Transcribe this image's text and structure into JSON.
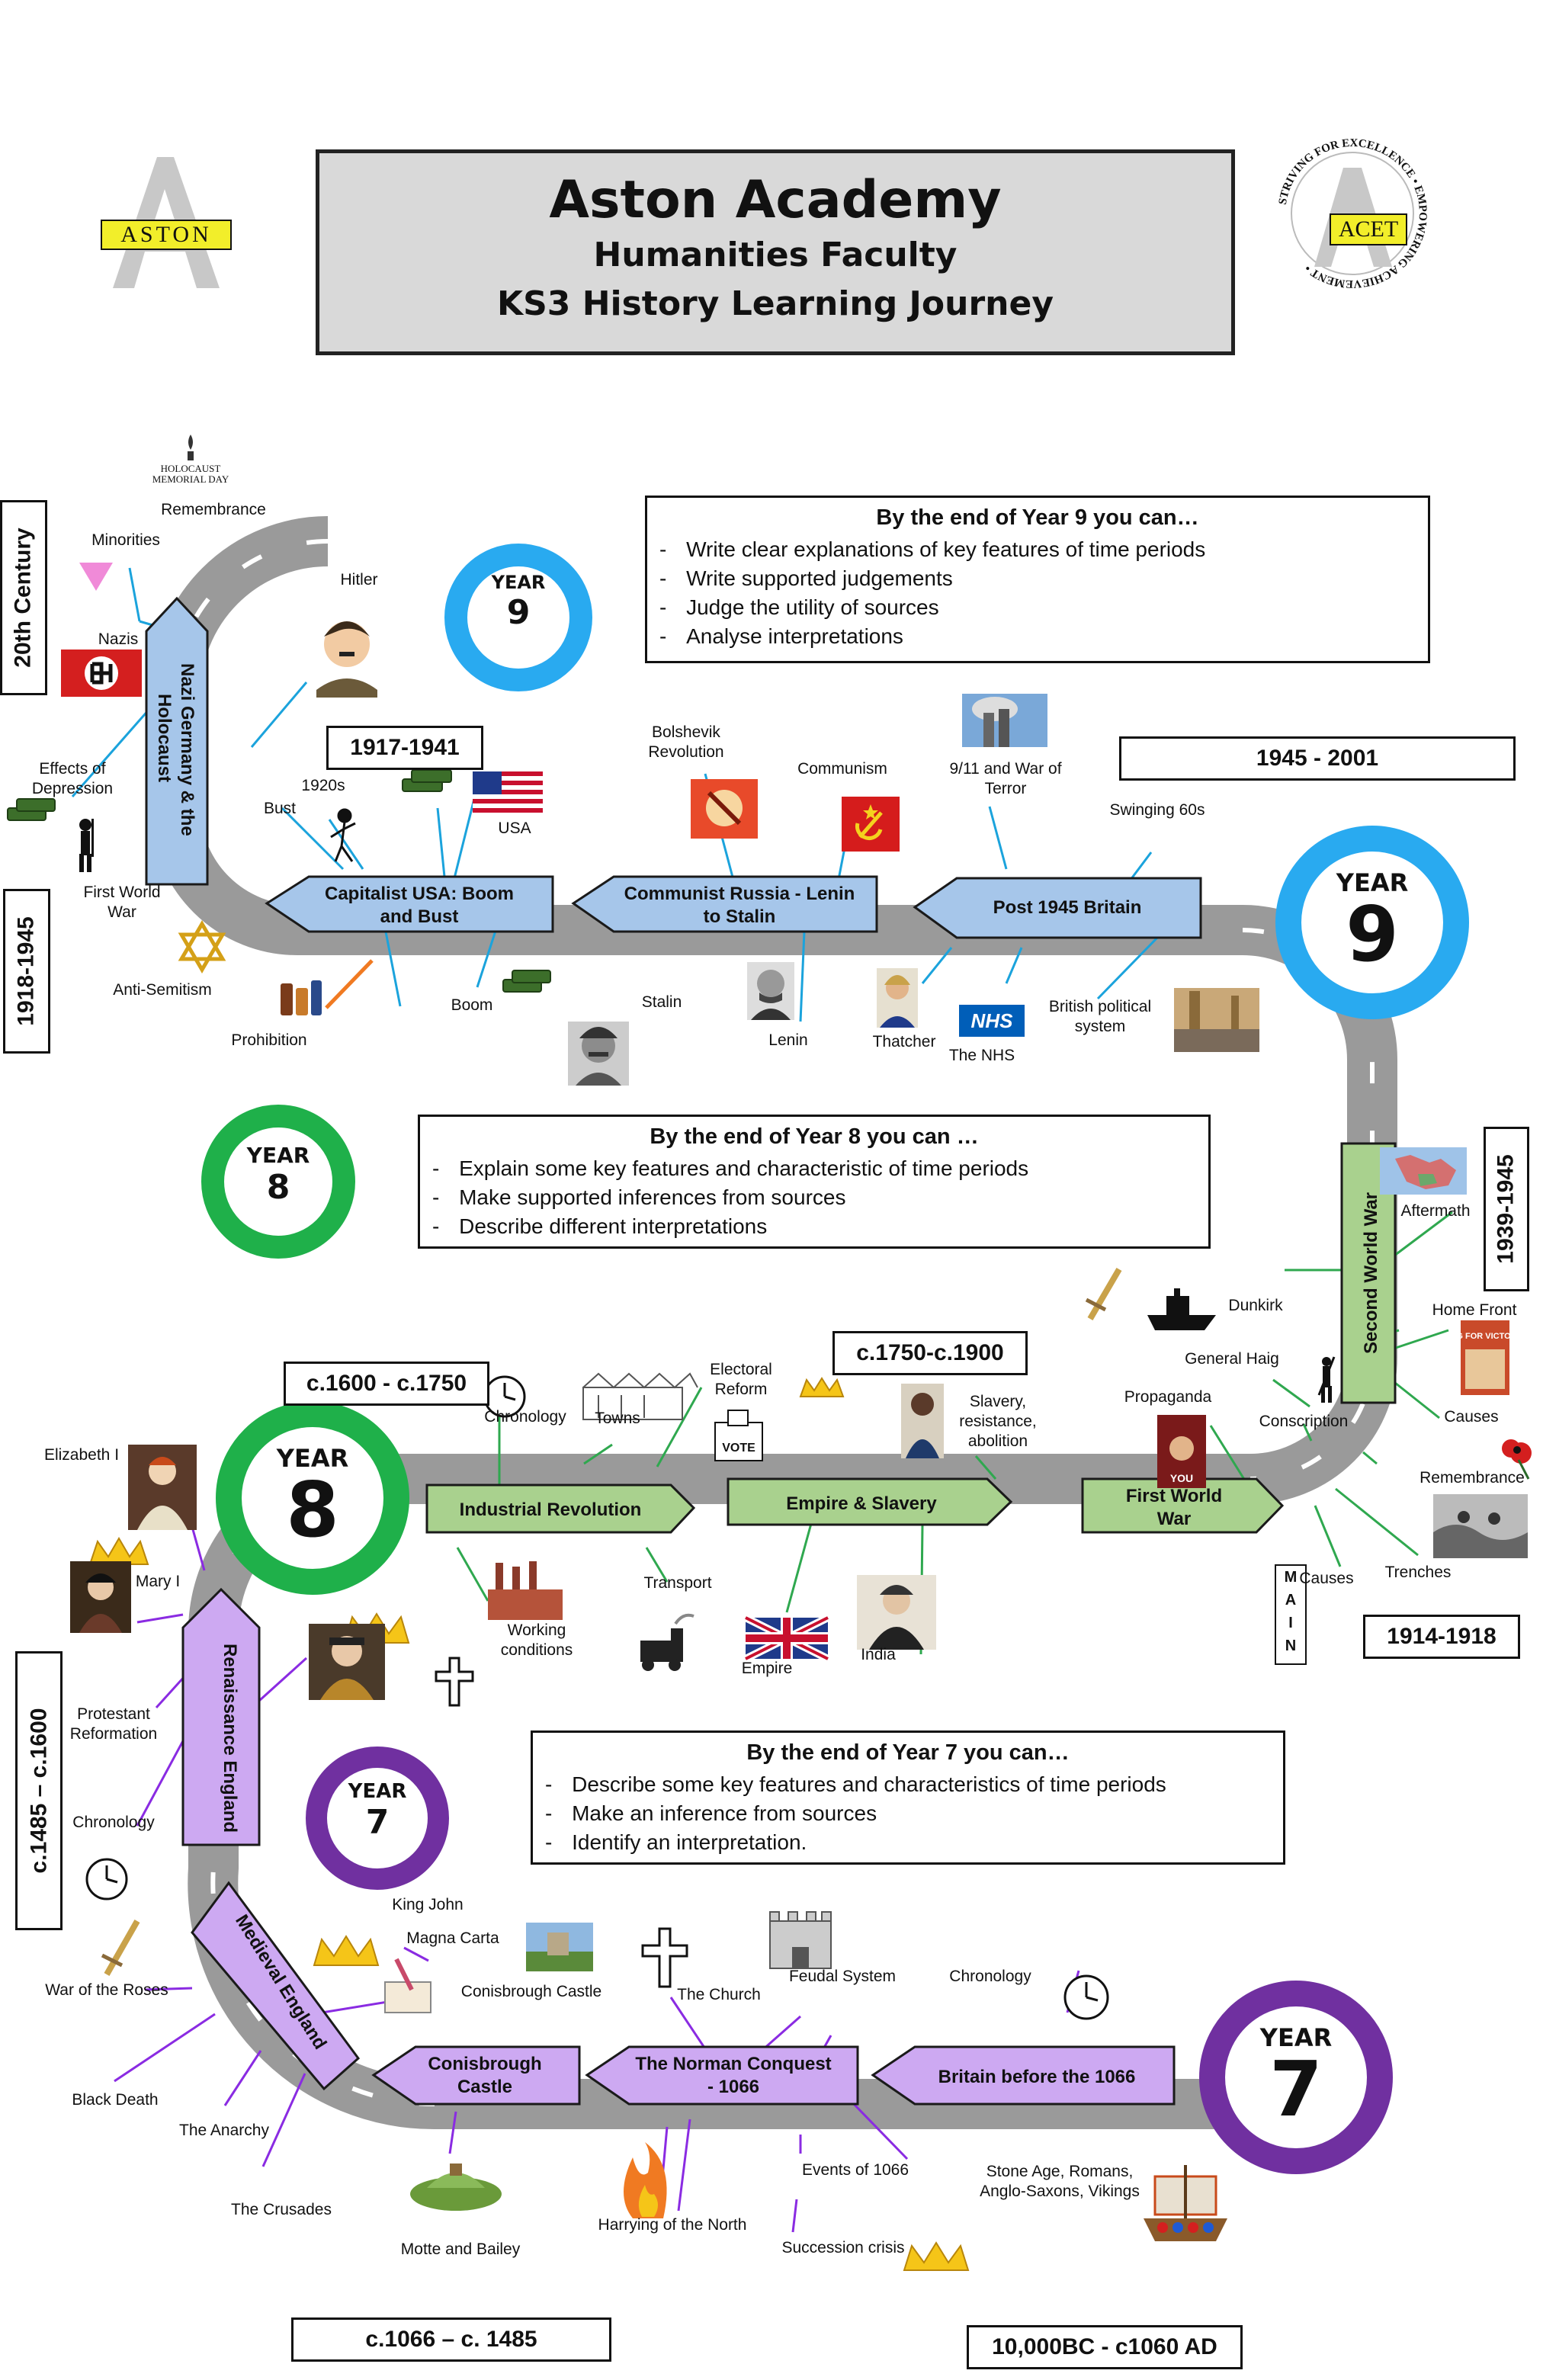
{
  "header": {
    "title": "Aston Academy",
    "subtitle": "Humanities Faculty",
    "journey": "KS3 History Learning Journey"
  },
  "logos": {
    "aston": "ASTON",
    "acet": "ACET",
    "acet_ring": "STRIVING FOR EXCELLENCE • EMPOWERING ACHIEVEMENT •",
    "holocaust": "HOLOCAUST MEMORIAL DAY"
  },
  "colors": {
    "road": "#9a9a9a",
    "year7": "#7030a0",
    "year8": "#1fb04a",
    "year9": "#29aaf0",
    "blue_topic": "#a6c6ea",
    "green_topic": "#a9d18e",
    "purple_topic": "#cda9f2",
    "header_box": "#d9d9d9"
  },
  "year_badges": {
    "year_word": "YEAR",
    "y9_small": "9",
    "y9_large": "9",
    "y8_small": "8",
    "y8_large": "8",
    "y7_small": "7",
    "y7_large": "7"
  },
  "dates": {
    "c20": "20th Century",
    "d1918_1945": "1918-1945",
    "d1917_1941": "1917-1941",
    "d1945_2001": "1945 - 2001",
    "d1939_1945": "1939-1945",
    "d1914_1918": "1914-1918",
    "d1750_1900": "c.1750-c.1900",
    "d1600_1750": "c.1600 - c.1750",
    "d1485_1600": "c.1485 – c.1600",
    "d1066_1485": "c.1066 – c. 1485",
    "d10000bc": "10,000BC - c1060 AD"
  },
  "outcomes": {
    "y9": {
      "title": "By the end of Year 9 you can…",
      "items": [
        "Write clear explanations of key features of time periods",
        "Write supported judgements",
        "Judge the utility of sources",
        "Analyse interpretations"
      ]
    },
    "y8": {
      "title": "By the end of Year 8 you can …",
      "items": [
        "Explain some key features and characteristic of time periods",
        "Make supported inferences from sources",
        "Describe different interpretations"
      ]
    },
    "y7": {
      "title": "By the end of Year 7 you can…",
      "items": [
        "Describe some key features and characteristics of time periods",
        "Make an inference from sources",
        "Identify an interpretation."
      ]
    }
  },
  "topics": {
    "nazi": [
      "Nazi Germany & the",
      "Holocaust"
    ],
    "capitalist": [
      "Capitalist USA: Boom",
      "and Bust"
    ],
    "communist": [
      "Communist Russia - Lenin",
      "to Stalin"
    ],
    "post1945": "Post 1945 Britain",
    "ww2": "Second World War",
    "ww1": [
      "First World",
      "War"
    ],
    "empire": "Empire & Slavery",
    "industrial": "Industrial Revolution",
    "renaissance": "Renaissance England",
    "medieval": "Medieval England",
    "conisbrough": [
      "Conisbrough",
      "Castle"
    ],
    "norman": [
      "The Norman Conquest",
      "- 1066"
    ],
    "britain1066": "Britain before the 1066"
  },
  "main_letters": [
    "M",
    "A",
    "I",
    "N"
  ],
  "labels": {
    "remembrance_top": "Remembrance",
    "minorities": "Minorities",
    "nazis": "Nazis",
    "hitler": "Hitler",
    "effects_depression": "Effects of Depression",
    "first_world_war_left": "First World War",
    "anti_semitism": "Anti-Semitism",
    "prohibition": "Prohibition",
    "bust": "Bust",
    "twenties": "1920s",
    "usa": "USA",
    "boom": "Boom",
    "stalin": "Stalin",
    "lenin": "Lenin",
    "bolshevik": "Bolshevik Revolution",
    "communism": "Communism",
    "nine_eleven": "9/11 and War of Terror",
    "swinging": "Swinging 60s",
    "thatcher": "Thatcher",
    "nhs": "The NHS",
    "british_political": "British political system",
    "aftermath": "Aftermath",
    "dunkirk": "Dunkirk",
    "general_haig": "General Haig",
    "home_front": "Home Front",
    "causes_ww2": "Causes",
    "propaganda": "Propaganda",
    "conscription": "Conscription",
    "remembrance_mid": "Remembrance",
    "trenches": "Trenches",
    "causes_ww1": "Causes",
    "electoral": "Electoral Reform",
    "slavery_res": "Slavery, resistance, abolition",
    "chronology_mid": "Chronology",
    "towns": "Towns",
    "transport": "Transport",
    "working": "Working conditions",
    "empire": "Empire",
    "india": "India",
    "elizabeth": "Elizabeth I",
    "mary": "Mary I",
    "protestant": "Protestant Reformation",
    "chronology_left": "Chronology",
    "king_john": "King John",
    "magna_carta": "Magna Carta",
    "conisbrough_lbl": "Conisbrough Castle",
    "church": "The Church",
    "feudal": "Feudal System",
    "chronology_bottom": "Chronology",
    "war_roses": "War of the Roses",
    "black_death": "Black Death",
    "anarchy": "The Anarchy",
    "crusades": "The Crusades",
    "motte": "Motte and Bailey",
    "harrying": "Harrying of the North",
    "events1066": "Events of 1066",
    "succession": "Succession crisis",
    "stone_age": "Stone Age, Romans, Anglo-Saxons, Vikings",
    "nhs_logo": "NHS",
    "vote": "VOTE",
    "dig_victory": "DIG FOR VICTORY",
    "you_poster": "YOU"
  },
  "icons": [
    "swastika-flag-icon",
    "pink-triangle-icon",
    "holocaust-candle-icon",
    "hitler-portrait-icon",
    "money-stack-icon",
    "soldier-icon",
    "star-of-david-icon",
    "bottles-icon",
    "flapper-icon",
    "us-flag-icon",
    "stalin-portrait-icon",
    "lenin-portrait-icon",
    "ussr-flag-icon",
    "revolution-poster-icon",
    "twin-towers-icon",
    "thatcher-portrait-icon",
    "parliament-icon",
    "europe-map-icon",
    "ship-icon",
    "soldier-silhouette-icon",
    "poster-icon",
    "poppy-icon",
    "trench-icon",
    "sword-icon",
    "crown-icon",
    "clock-icon",
    "town-icon",
    "ballot-box-icon",
    "slave-portrait-icon",
    "factory-icon",
    "train-icon",
    "union-jack-icon",
    "victoria-portrait-icon",
    "elizabeth-portrait-icon",
    "mary-portrait-icon",
    "henry-viii-portrait-icon",
    "cross-icon",
    "quill-icon",
    "castle-icon",
    "motte-bailey-icon",
    "fire-icon",
    "viking-ship-icon"
  ]
}
